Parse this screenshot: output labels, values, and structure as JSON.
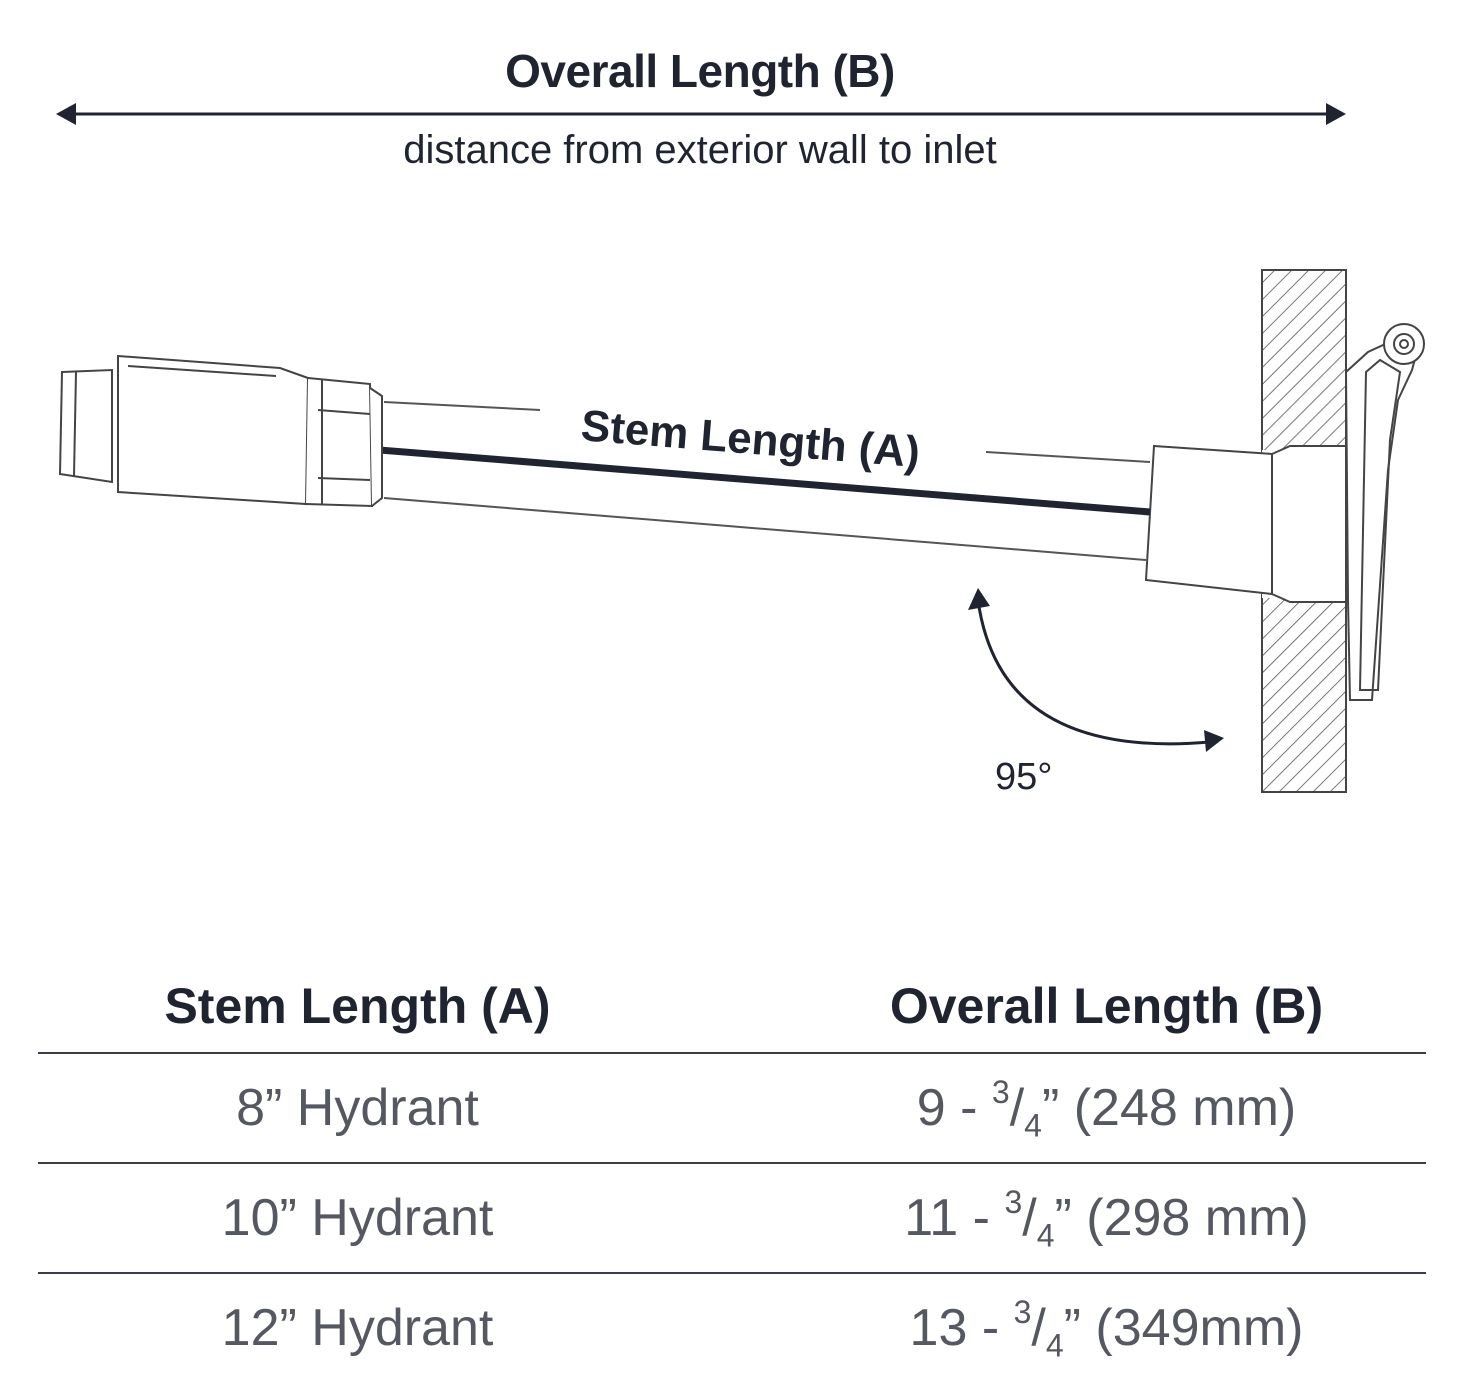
{
  "header": {
    "title": "Overall Length (B)",
    "subtitle": "distance from exterior wall to inlet"
  },
  "diagram": {
    "stem_label": "Stem Length (A)",
    "angle_label": "95°"
  },
  "table": {
    "headers": [
      "Stem Length (A)",
      "Overall Length (B)"
    ],
    "rows": [
      {
        "stem": "8” Hydrant",
        "overall_prefix": "9 - ",
        "frac_num": "3",
        "frac_den": "4",
        "overall_suffix": "” (248 mm)"
      },
      {
        "stem": "10” Hydrant",
        "overall_prefix": "11 - ",
        "frac_num": "3",
        "frac_den": "4",
        "overall_suffix": "” (298 mm)"
      },
      {
        "stem": "12” Hydrant",
        "overall_prefix": "13 - ",
        "frac_num": "3",
        "frac_den": "4",
        "overall_suffix": "” (349mm)"
      }
    ]
  }
}
